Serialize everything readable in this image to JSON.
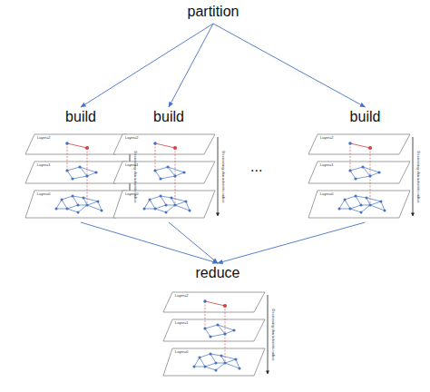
{
  "diagram": {
    "nodes": [
      {
        "text": [
          "partition"
        ]
      },
      {
        "text": [
          "build"
        ]
      },
      {
        "text": [
          "build"
        ]
      },
      {
        "text": [
          "build"
        ]
      },
      {
        "text": [
          "reduce"
        ]
      }
    ],
    "edges": [
      {
        "from": 0,
        "to": 1,
        "arrow": "to"
      },
      {
        "from": 0,
        "to": 2,
        "arrow": "to"
      },
      {
        "from": 0,
        "to": 3,
        "arrow": "to"
      },
      {
        "from": 1,
        "to": 4,
        "arrow": "to"
      },
      {
        "from": 2,
        "to": 4,
        "arrow": "to"
      },
      {
        "from": 3,
        "to": 4,
        "arrow": "to"
      }
    ],
    "labels": [
      "Layer=2",
      "Layer=1",
      "Layer=0",
      "Decreasing characteristic radius",
      "Layer=2",
      "Layer=1",
      "Layer=0",
      "Decreasing characteristic radius",
      "...",
      "Layer=2",
      "Layer=1",
      "Layer=0",
      "Decreasing characteristic radius",
      "Layer=2",
      "Layer=1",
      "Layer=0",
      "Decreasing characteristic radius"
    ]
  }
}
